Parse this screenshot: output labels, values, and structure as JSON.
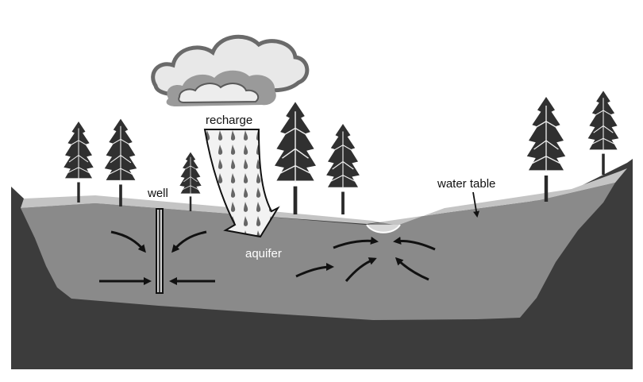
{
  "diagram": {
    "labels": {
      "recharge": "recharge",
      "well": "well",
      "aquifer": "aquifer",
      "water_table": "water table"
    },
    "colors": {
      "bedrock": "#3c3c3c",
      "aquifer": "#8a8a8a",
      "topsoil": "#c4c4c4",
      "tree_foliage": "#2f2f2f",
      "cloud_dark": "#6a6a6a",
      "cloud_light": "#e8e8e8",
      "arrow": "#111111",
      "text_dark": "#111111",
      "text_light": "#ffffff"
    },
    "icons": [
      "cloud-icon",
      "tree-icon",
      "rain-drop-icon",
      "flow-arrow-icon"
    ]
  }
}
